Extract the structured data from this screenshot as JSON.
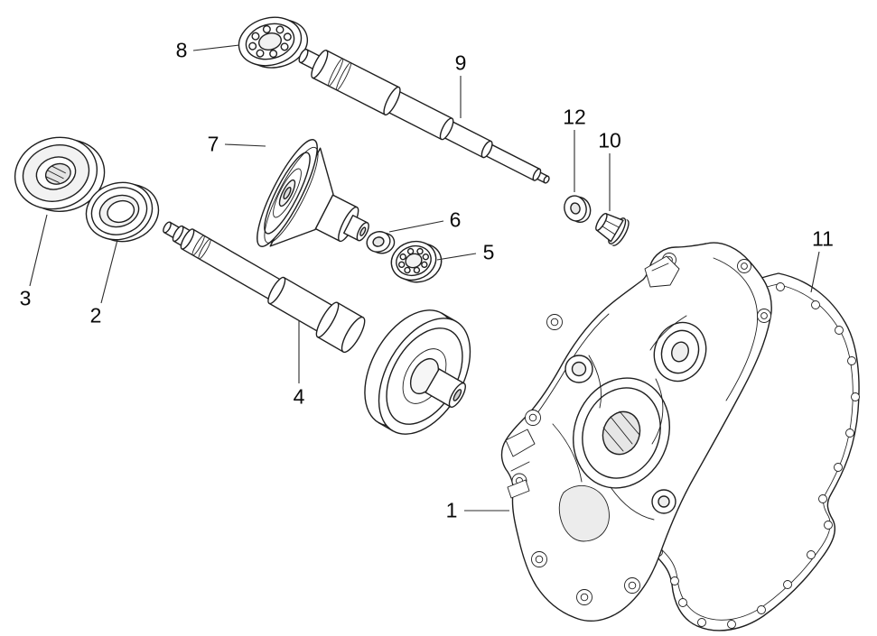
{
  "diagram": {
    "kind": "exploded-parts-diagram",
    "ink_color": "#1f1f1f",
    "background_color": "#ffffff",
    "callouts": [
      {
        "label": "1",
        "part": "gearbox-cover"
      },
      {
        "label": "2",
        "part": "oil-seal"
      },
      {
        "label": "3",
        "part": "bearing-large"
      },
      {
        "label": "4",
        "part": "drive-shaft-with-pulley"
      },
      {
        "label": "5",
        "part": "bearing-small"
      },
      {
        "label": "6",
        "part": "washer"
      },
      {
        "label": "7",
        "part": "drive-face"
      },
      {
        "label": "8",
        "part": "ball-bearing"
      },
      {
        "label": "9",
        "part": "input-shaft"
      },
      {
        "label": "10",
        "part": "flange-nut"
      },
      {
        "label": "11",
        "part": "gasket"
      },
      {
        "label": "12",
        "part": "washer-small"
      }
    ]
  }
}
